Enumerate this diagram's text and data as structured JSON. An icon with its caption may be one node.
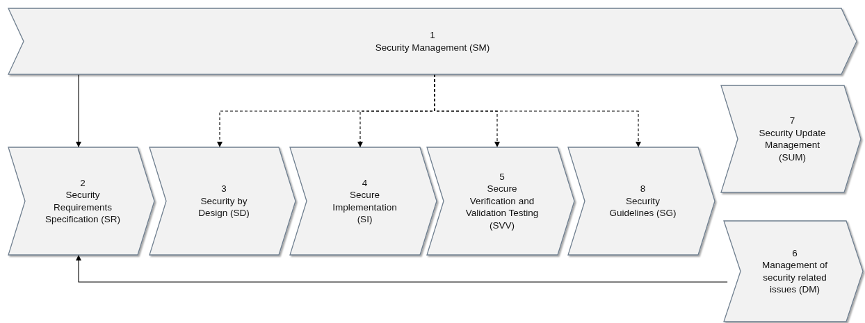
{
  "diagram": {
    "nodes": [
      {
        "text": [
          "1",
          "Security Management (SM)"
        ]
      },
      {
        "text": [
          "2",
          "Security Requirements Specification (SR)"
        ]
      },
      {
        "text": [
          "3",
          "Security by Design (SD)"
        ]
      },
      {
        "text": [
          "4",
          "Secure Implementation (SI)"
        ]
      },
      {
        "text": [
          "5",
          "Secure Verification and Validation Testing (SVV)"
        ]
      },
      {
        "text": [
          "8",
          "Security Guidelines (SG)"
        ]
      },
      {
        "text": [
          "7",
          "Security Update Management (SUM)"
        ]
      },
      {
        "text": [
          "6",
          "Management of security related issues (DM)"
        ]
      }
    ],
    "edges": [
      {
        "from": 0,
        "to": 1,
        "arrow": "to"
      },
      {
        "from": 0,
        "to": 2,
        "arrow": "to",
        "style": "dashed"
      },
      {
        "from": 0,
        "to": 3,
        "arrow": "to",
        "style": "dashed"
      },
      {
        "from": 0,
        "to": 4,
        "arrow": "to",
        "style": "dashed"
      },
      {
        "from": 0,
        "to": 5,
        "arrow": "to",
        "style": "dashed"
      },
      {
        "from": 7,
        "to": 1,
        "arrow": "to"
      }
    ]
  }
}
